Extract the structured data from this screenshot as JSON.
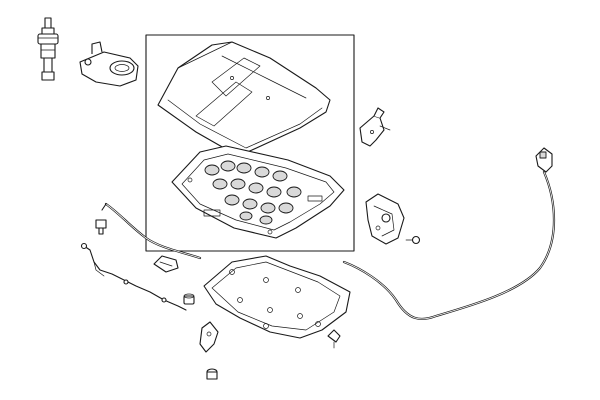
{
  "diagram": {
    "type": "exploded-parts-illustration",
    "colors": {
      "line": "#1a1a1a",
      "background": "#ffffff",
      "shade": "#d9d9d9"
    },
    "parts": [
      "hood-panel",
      "hood-insulator-pad",
      "hood-strut",
      "hood-bumper-mount",
      "hood-hinge",
      "hood-latch",
      "release-cable",
      "release-handle",
      "prop-rod",
      "washer-hose",
      "splash-shield",
      "fasteners"
    ]
  }
}
